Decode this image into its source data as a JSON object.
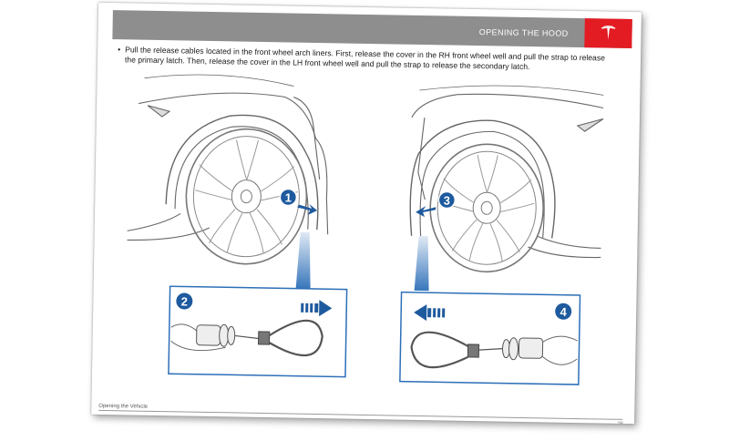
{
  "header": {
    "title": "OPENING THE HOOD",
    "brand_color": "#e31b23",
    "bar_color": "#8e8e8e"
  },
  "body": {
    "bullet_text": "Pull the release cables located in the front wheel arch liners. First, release the cover in the RH front wheel well and pull the strap to release the primary latch. Then, release the cover in the LH front wheel well and pull the strap to release the secondary latch."
  },
  "illustration": {
    "step_color": "#1e5a9e",
    "steps": [
      "1",
      "2",
      "3",
      "4"
    ]
  },
  "footer": {
    "section": "Opening the Vehicle",
    "page": "25"
  }
}
